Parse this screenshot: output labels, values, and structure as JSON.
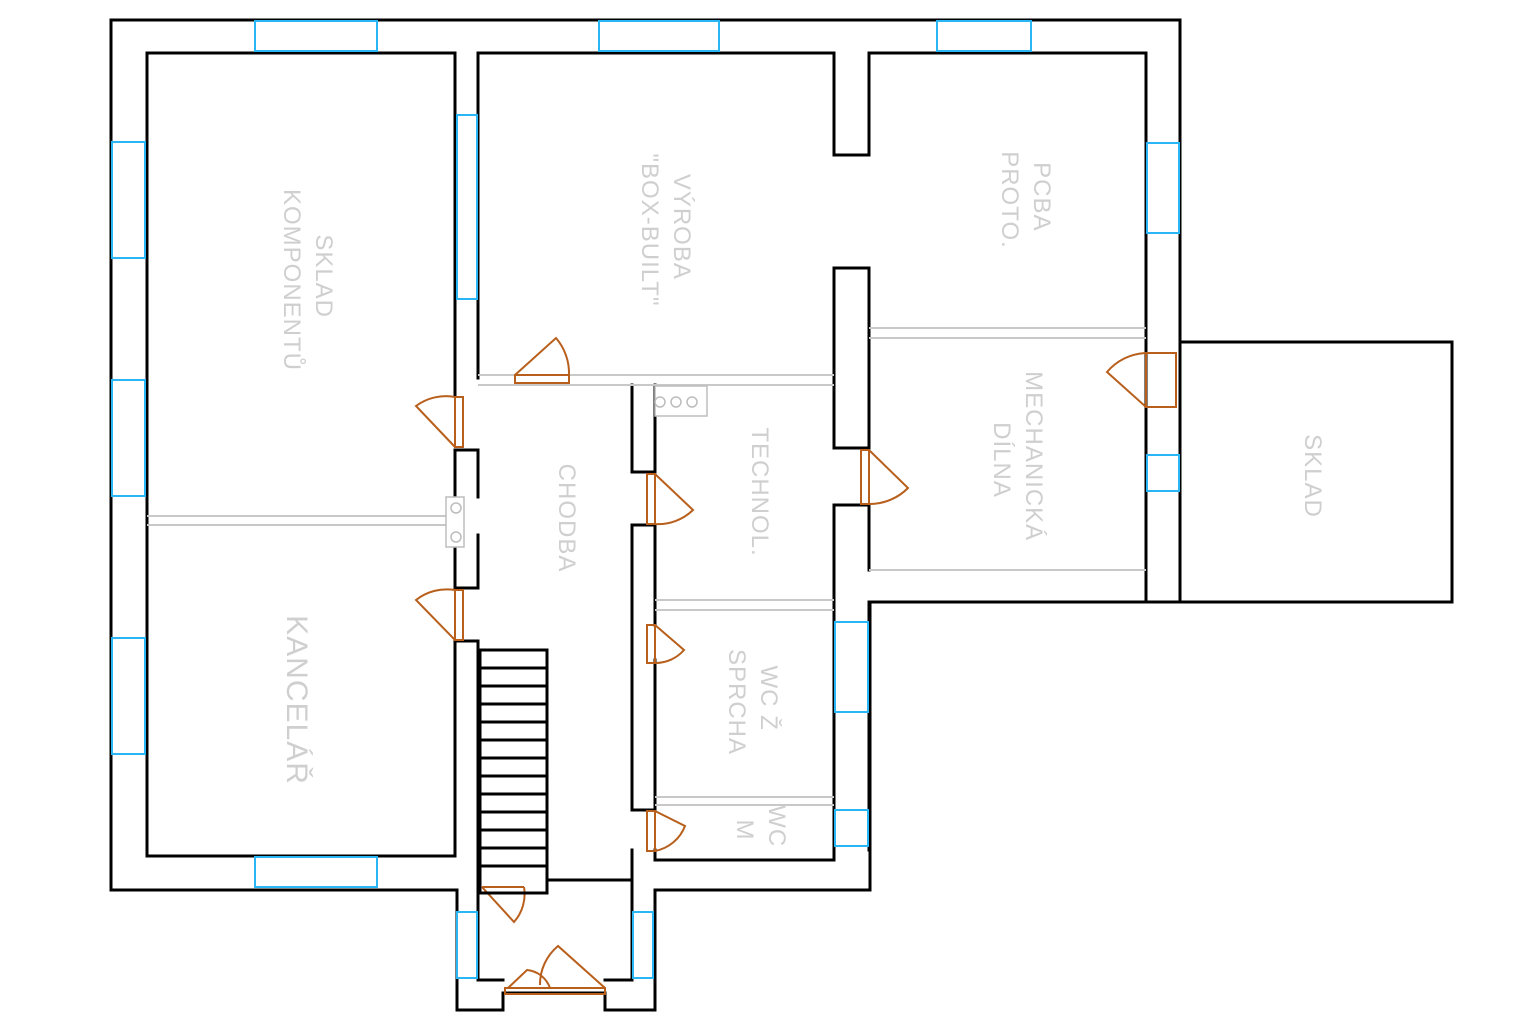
{
  "rooms": {
    "sklad_komponentu": [
      "SKLAD",
      "KOMPONENTŮ"
    ],
    "kancelar": [
      "KANCELÁŘ"
    ],
    "vyroba": [
      "VÝROBA",
      "\"BOX-BUILT\""
    ],
    "pcba": [
      "PCBA",
      "PROTO."
    ],
    "chodba": [
      "CHODBA"
    ],
    "technol": [
      "TECHNOL."
    ],
    "mechanicka": [
      "MECHANICKÁ",
      "DÍLNA"
    ],
    "sklad": [
      "SKLAD"
    ],
    "wc_z": [
      "WC Ž",
      "SPRCHA"
    ],
    "wc_m": [
      "WC",
      "M"
    ]
  },
  "colors": {
    "wall": "#000000",
    "window": "#29b6f6",
    "door": "#b85f1c",
    "partition": "#c8c8c8",
    "label": "#cfcfcf"
  }
}
